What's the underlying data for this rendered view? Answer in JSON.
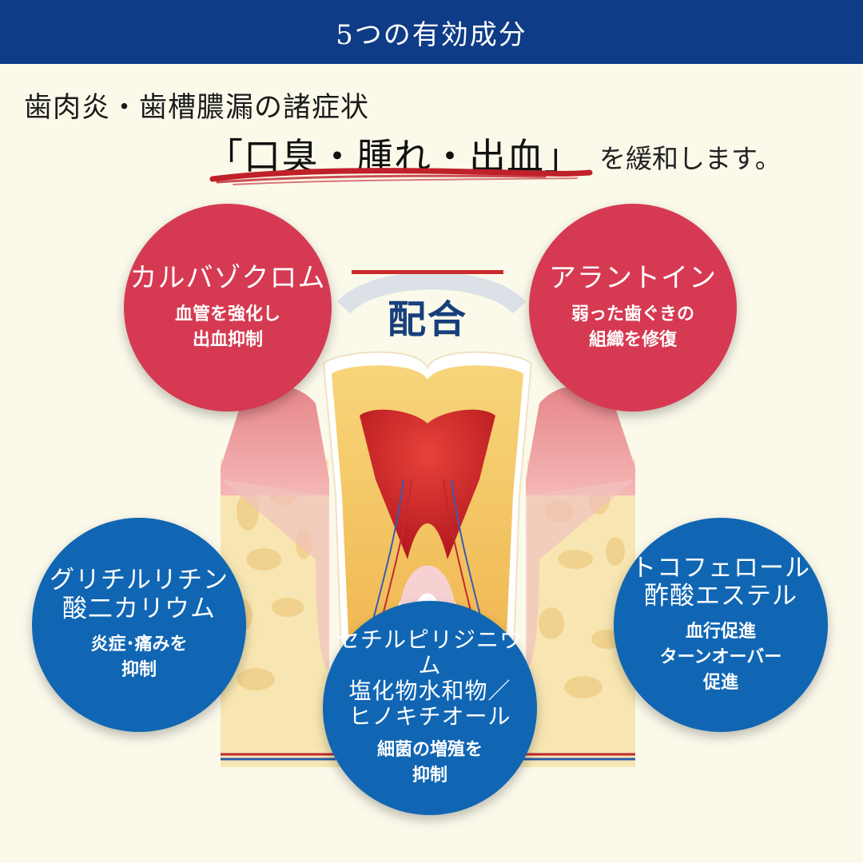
{
  "header": {
    "title": "5つの有効成分",
    "bg_color": "#0f3c86"
  },
  "headline": {
    "line1": "歯肉炎・歯槽膿漏の諸症状",
    "emphasis": "「口臭・腫れ・出血」",
    "suffix": "を緩和します。"
  },
  "center_label": "配合",
  "colors": {
    "red_circle": "#d63a52",
    "blue_circle": "#1066b3",
    "accent_red": "#c92a2a",
    "navy": "#173f7c"
  },
  "ingredients": [
    {
      "name_lines": [
        "カルバゾクロム"
      ],
      "desc_lines": [
        "血管を強化し",
        "出血抑制"
      ],
      "color": "red"
    },
    {
      "name_lines": [
        "アラントイン"
      ],
      "desc_lines": [
        "弱った歯ぐきの",
        "組織を修復"
      ],
      "color": "red"
    },
    {
      "name_lines": [
        "グリチルリチン",
        "酸二カリウム"
      ],
      "desc_lines": [
        "炎症･痛みを",
        "抑制"
      ],
      "color": "blue"
    },
    {
      "name_lines": [
        "トコフェロール",
        "酢酸エステル"
      ],
      "desc_lines": [
        "血行促進",
        "ターンオーバー",
        "促進"
      ],
      "color": "blue"
    },
    {
      "name_lines": [
        "セチルピリジニウム",
        "塩化物水和物／",
        "ヒノキチオール"
      ],
      "desc_lines": [
        "細菌の増殖を",
        "抑制"
      ],
      "color": "blue"
    }
  ]
}
